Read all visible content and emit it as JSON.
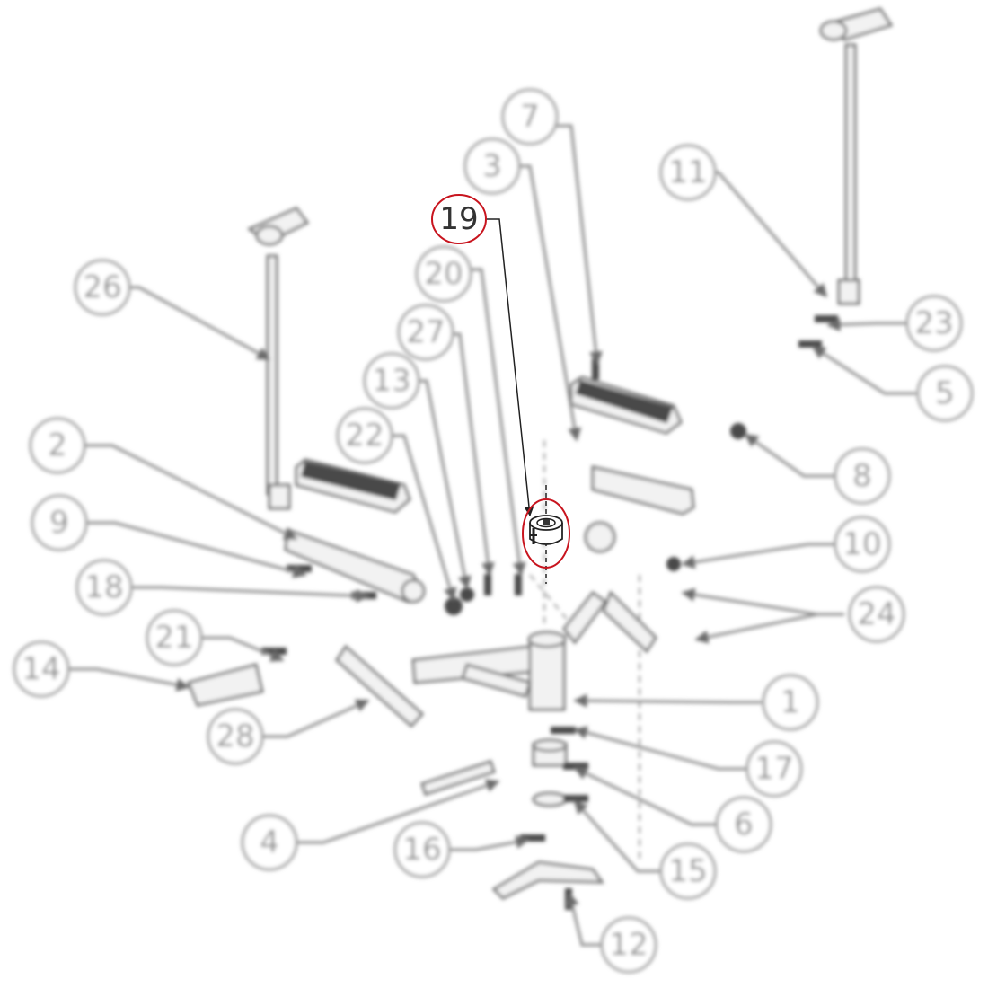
{
  "diagram": {
    "type": "exploded-parts-diagram",
    "highlight_color": "#c8141e",
    "highlighted_part": "19",
    "callouts": [
      {
        "id": "19",
        "label": "19",
        "highlighted": true
      },
      {
        "id": "7",
        "label": "7"
      },
      {
        "id": "3",
        "label": "3"
      },
      {
        "id": "20",
        "label": "20"
      },
      {
        "id": "27",
        "label": "27"
      },
      {
        "id": "13",
        "label": "13"
      },
      {
        "id": "22",
        "label": "22"
      },
      {
        "id": "26",
        "label": "26"
      },
      {
        "id": "2",
        "label": "2"
      },
      {
        "id": "9",
        "label": "9"
      },
      {
        "id": "18",
        "label": "18"
      },
      {
        "id": "21",
        "label": "21"
      },
      {
        "id": "14",
        "label": "14"
      },
      {
        "id": "28",
        "label": "28"
      },
      {
        "id": "11",
        "label": "11"
      },
      {
        "id": "23",
        "label": "23"
      },
      {
        "id": "5",
        "label": "5"
      },
      {
        "id": "8",
        "label": "8"
      },
      {
        "id": "10",
        "label": "10"
      },
      {
        "id": "24",
        "label": "24"
      },
      {
        "id": "1",
        "label": "1"
      },
      {
        "id": "17",
        "label": "17"
      },
      {
        "id": "6",
        "label": "6"
      },
      {
        "id": "4",
        "label": "4"
      },
      {
        "id": "16",
        "label": "16"
      },
      {
        "id": "15",
        "label": "15"
      },
      {
        "id": "12",
        "label": "12"
      }
    ]
  }
}
